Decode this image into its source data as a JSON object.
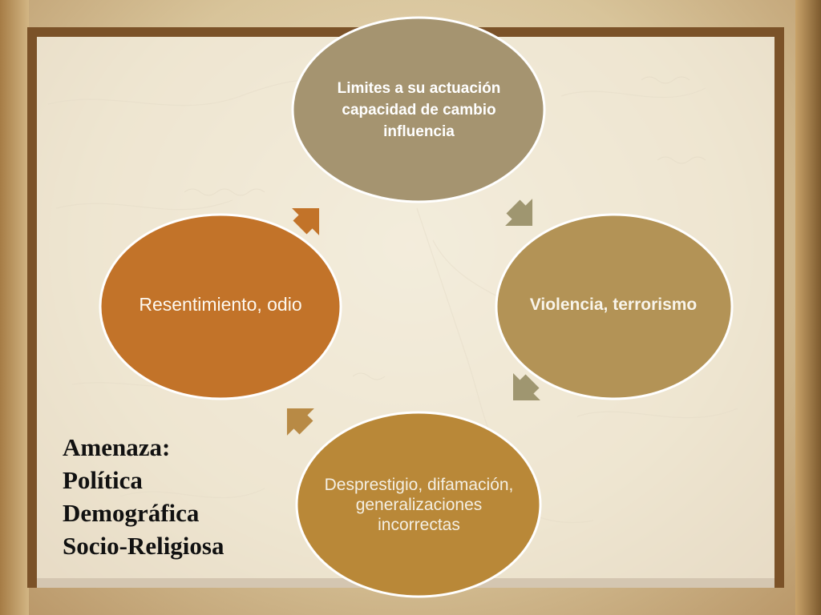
{
  "diagram": {
    "nodes": [
      {
        "id": "top",
        "lines": [
          "Limites a su actuación",
          "capacidad de cambio",
          "influencia"
        ],
        "color": "#a59470"
      },
      {
        "id": "right",
        "lines": [
          "Violencia, terrorismo"
        ],
        "color": "#b39356"
      },
      {
        "id": "bottom",
        "lines": [
          "Desprestigio, difamación, generalizaciones incorrectas"
        ],
        "color": "#b98838"
      },
      {
        "id": "left",
        "lines": [
          "Resentimiento, odio"
        ],
        "color": "#c27329"
      }
    ],
    "cycle": [
      "top",
      "right",
      "bottom",
      "left",
      "top"
    ],
    "arrow_colors": [
      "#9f9670",
      "#9f9670",
      "#b88a45",
      "#c27329"
    ]
  },
  "threat": {
    "heading": "Amenaza:",
    "items": [
      "Política",
      "Demográfica",
      "Socio-Religiosa"
    ]
  },
  "colors": {
    "frame": "#7b5228",
    "panel": "#f5efe0"
  }
}
